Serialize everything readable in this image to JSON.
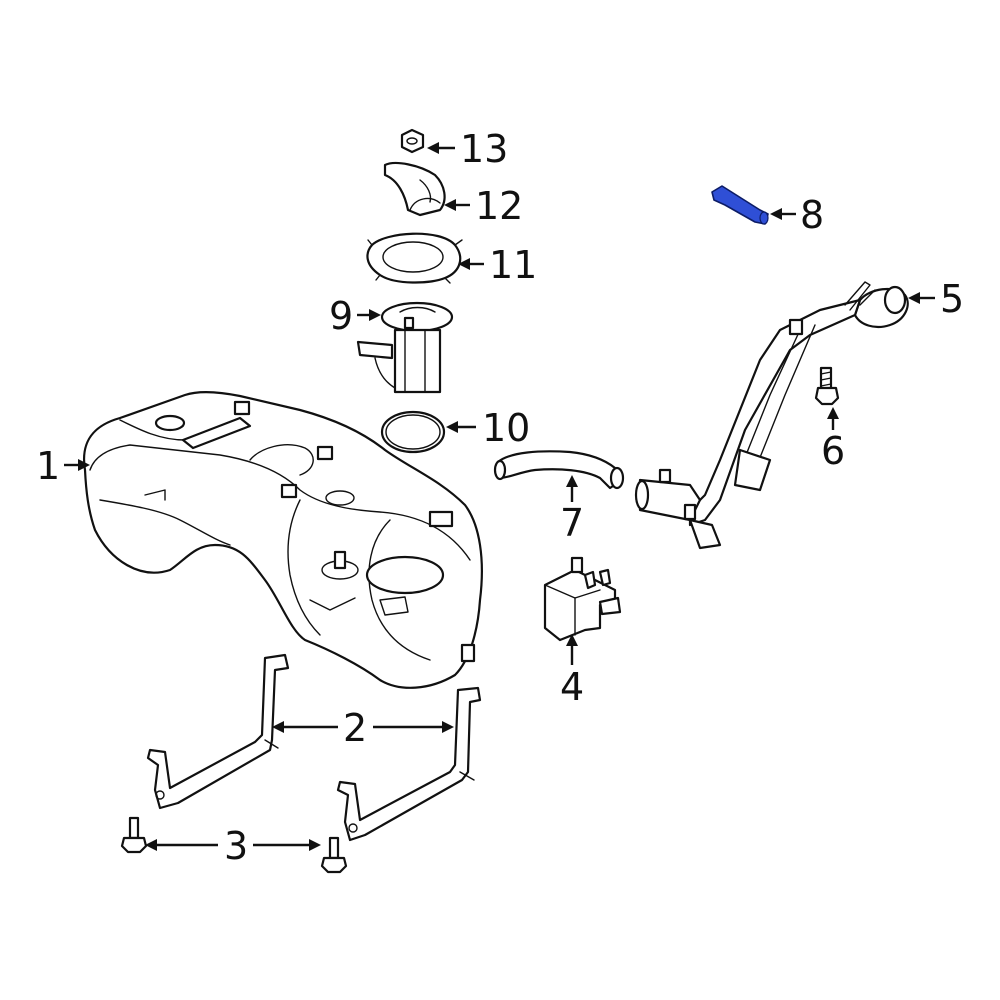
{
  "highlight_color": "#2f4fd6",
  "callouts": {
    "c1": "1",
    "c2": "2",
    "c3": "3",
    "c4": "4",
    "c5": "5",
    "c6": "6",
    "c7": "7",
    "c8": "8",
    "c9": "9",
    "c10": "10",
    "c11": "11",
    "c12": "12",
    "c13": "13"
  }
}
